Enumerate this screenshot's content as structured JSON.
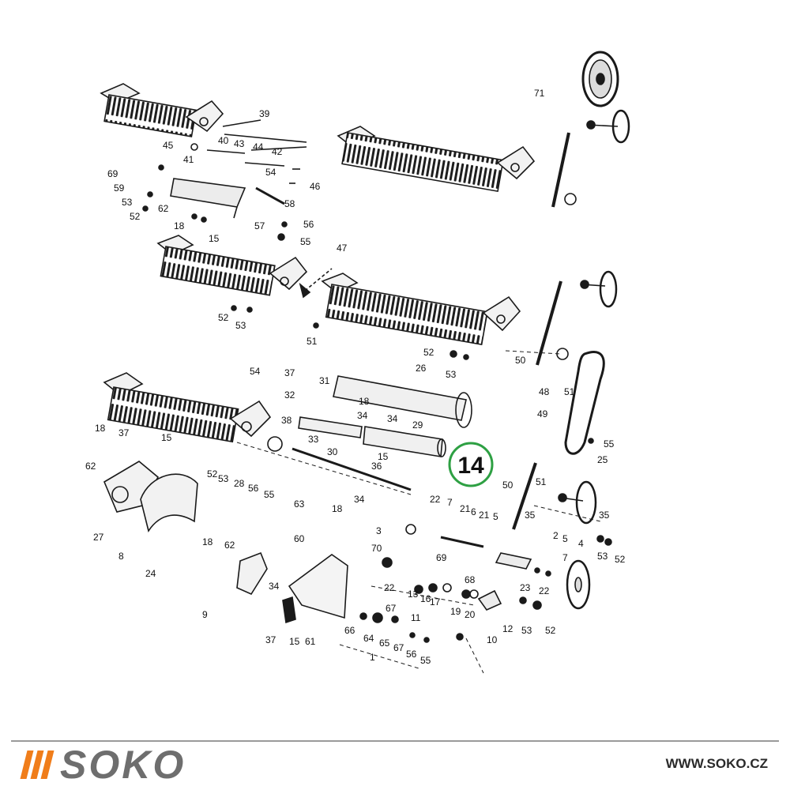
{
  "diagram": {
    "page_number": "14",
    "part_numbers": [
      "71",
      "39",
      "45",
      "40",
      "43",
      "44",
      "42",
      "41",
      "69",
      "54",
      "59",
      "46",
      "53",
      "52",
      "62",
      "58",
      "57",
      "56",
      "18",
      "15",
      "55",
      "47",
      "52",
      "53",
      "51",
      "52",
      "53",
      "26",
      "54",
      "37",
      "31",
      "50",
      "48",
      "51",
      "32",
      "18",
      "34",
      "34",
      "49",
      "18",
      "37",
      "15",
      "38",
      "33",
      "29",
      "30",
      "15",
      "36",
      "62",
      "55",
      "25",
      "52",
      "53",
      "28",
      "56",
      "55",
      "63",
      "18",
      "34",
      "50",
      "51",
      "22",
      "7",
      "21",
      "6",
      "21",
      "5",
      "35",
      "27",
      "24",
      "8",
      "18",
      "62",
      "60",
      "3",
      "70",
      "69",
      "68",
      "2",
      "5",
      "4",
      "53",
      "52",
      "35",
      "9",
      "34",
      "22",
      "13",
      "16",
      "17",
      "19",
      "20",
      "23",
      "22",
      "7",
      "67",
      "11",
      "10",
      "12",
      "53",
      "52",
      "66",
      "64",
      "65",
      "67",
      "56",
      "55",
      "1",
      "37",
      "15",
      "61"
    ],
    "accent_color": "#2ea043"
  },
  "footer": {
    "brand": "SOKO",
    "url": "WWW.SOKO.CZ",
    "brand_color": "#6e6e6e",
    "stripe_color": "#f07d1a"
  }
}
